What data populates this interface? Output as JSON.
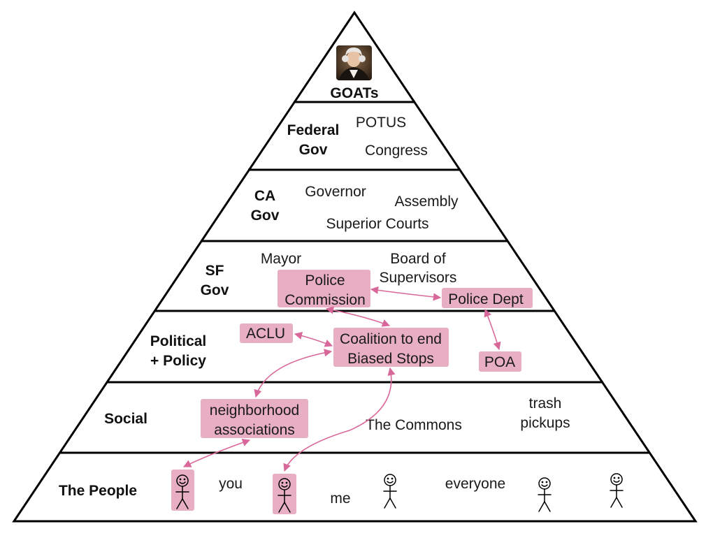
{
  "tiers": {
    "goats": "GOATs",
    "federal": [
      "Federal",
      "Gov"
    ],
    "ca": [
      "CA",
      "Gov"
    ],
    "sf": [
      "SF",
      "Gov"
    ],
    "political": [
      "Political",
      "+ Policy"
    ],
    "social": "Social",
    "people": "The People"
  },
  "nodes": {
    "potus": "POTUS",
    "congress": "Congress",
    "governor": "Governor",
    "assembly": "Assembly",
    "superior_courts": "Superior Courts",
    "mayor": "Mayor",
    "board": [
      "Board of",
      "Supervisors"
    ],
    "police_commission": [
      "Police",
      "Commission"
    ],
    "police_dept": "Police Dept",
    "aclu": "ACLU",
    "coalition": [
      "Coalition to end",
      "Biased Stops"
    ],
    "poa": "POA",
    "neighborhood": [
      "neighborhood",
      "associations"
    ],
    "commons": "The Commons",
    "trash": [
      "trash",
      "pickups"
    ],
    "you": "you",
    "me": "me",
    "everyone": "everyone"
  },
  "colors": {
    "highlight": "#e8aec4",
    "connector": "#d9689a",
    "outline": "#000000"
  },
  "icons": {
    "portrait": "george-washington-portrait",
    "person": "stick-figure-icon"
  }
}
